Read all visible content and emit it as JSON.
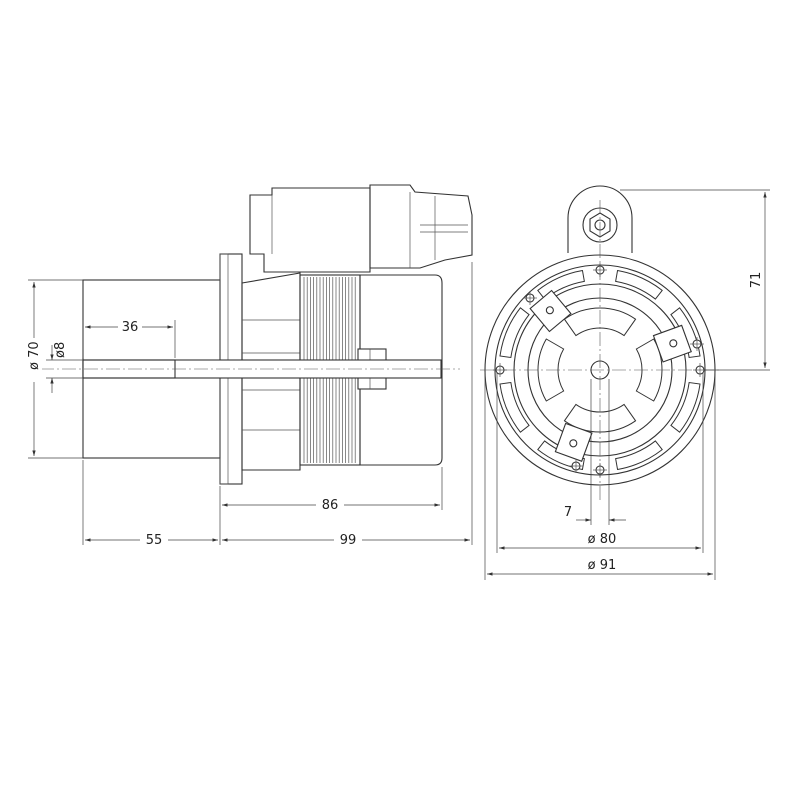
{
  "dimensions": {
    "shaft_length": "36",
    "body_diameter": "ø 70",
    "shaft_diameter": "ø8",
    "flange_to_shaft": "55",
    "body_length": "86",
    "total_length": "99",
    "mounting_height": "71",
    "offset": "7",
    "hole_circle": "ø 80",
    "outer_diameter": "ø 91"
  }
}
